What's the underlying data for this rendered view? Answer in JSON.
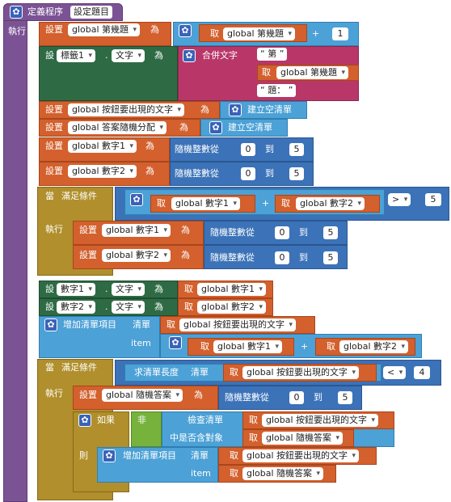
{
  "proc": {
    "header": "定義程序",
    "name": "設定題目",
    "do": "執行"
  },
  "r1": {
    "set": "設置",
    "var": "global 第幾題",
    "to": "為",
    "get": "取",
    "getvar": "global 第幾題",
    "op": "+",
    "num": "1"
  },
  "r2": {
    "set": "設",
    "comp": "標籤1",
    "dot": ".",
    "prop": "文字",
    "to": "為",
    "join": "合併文字",
    "s1": "第",
    "get": "取",
    "getvar": "global 第幾題",
    "s3": "題："
  },
  "r3": {
    "set": "設置",
    "var": "global 按鈕要出現的文字",
    "to": "為",
    "func": "建立空清單"
  },
  "r4": {
    "set": "設置",
    "var": "global 答案隨機分配",
    "to": "為",
    "func": "建立空清單"
  },
  "r5": {
    "set": "設置",
    "var": "global 數字1",
    "to": "為",
    "rand": "隨機整數從",
    "a": "0",
    "to2": "到",
    "b": "5"
  },
  "r6": {
    "set": "設置",
    "var": "global 數字2",
    "to": "為",
    "rand": "隨機整數從",
    "a": "0",
    "to2": "到",
    "b": "5"
  },
  "w1": {
    "while": "當",
    "cond": "滿足條件",
    "get": "取",
    "v1": "global 數字1",
    "op": "+",
    "v2": "global 數字2",
    "cmp": ">",
    "num": "5",
    "do": "執行"
  },
  "w1a": {
    "set": "設置",
    "var": "global 數字1",
    "to": "為",
    "rand": "隨機整數從",
    "a": "0",
    "to2": "到",
    "b": "5"
  },
  "w1b": {
    "set": "設置",
    "var": "global 數字2",
    "to": "為",
    "rand": "隨機整數從",
    "a": "0",
    "to2": "到",
    "b": "5"
  },
  "r7": {
    "set": "設",
    "comp": "數字1",
    "dot": ".",
    "prop": "文字",
    "to": "為",
    "get": "取",
    "getvar": "global 數字1"
  },
  "r8": {
    "set": "設",
    "comp": "數字2",
    "dot": ".",
    "prop": "文字",
    "to": "為",
    "get": "取",
    "getvar": "global 數字2"
  },
  "r9": {
    "add": "增加清單項目",
    "list": "清單",
    "get": "取",
    "listvar": "global 按鈕要出現的文字",
    "item": "item",
    "v1": "global 數字1",
    "op": "+",
    "v2": "global 數字2"
  },
  "w2": {
    "while": "當",
    "cond": "滿足條件",
    "len": "求清單長度",
    "list": "清單",
    "get": "取",
    "listvar": "global 按鈕要出現的文字",
    "cmp": "<",
    "num": "4",
    "do": "執行"
  },
  "w2a": {
    "set": "設置",
    "var": "global 隨機答案",
    "to": "為",
    "rand": "隨機整數從",
    "a": "0",
    "to2": "到",
    "b": "5"
  },
  "if": {
    "if": "如果",
    "not": "非",
    "check": "檢查清單",
    "get": "取",
    "listvar": "global 按鈕要出現的文字",
    "contains": "中是否含對象",
    "item": "global 隨機答案",
    "then": "則"
  },
  "ifadd": {
    "add": "增加清單項目",
    "list": "清單",
    "get": "取",
    "listvar": "global 按鈕要出現的文字",
    "item": "item",
    "itemvar": "global 隨機答案"
  }
}
